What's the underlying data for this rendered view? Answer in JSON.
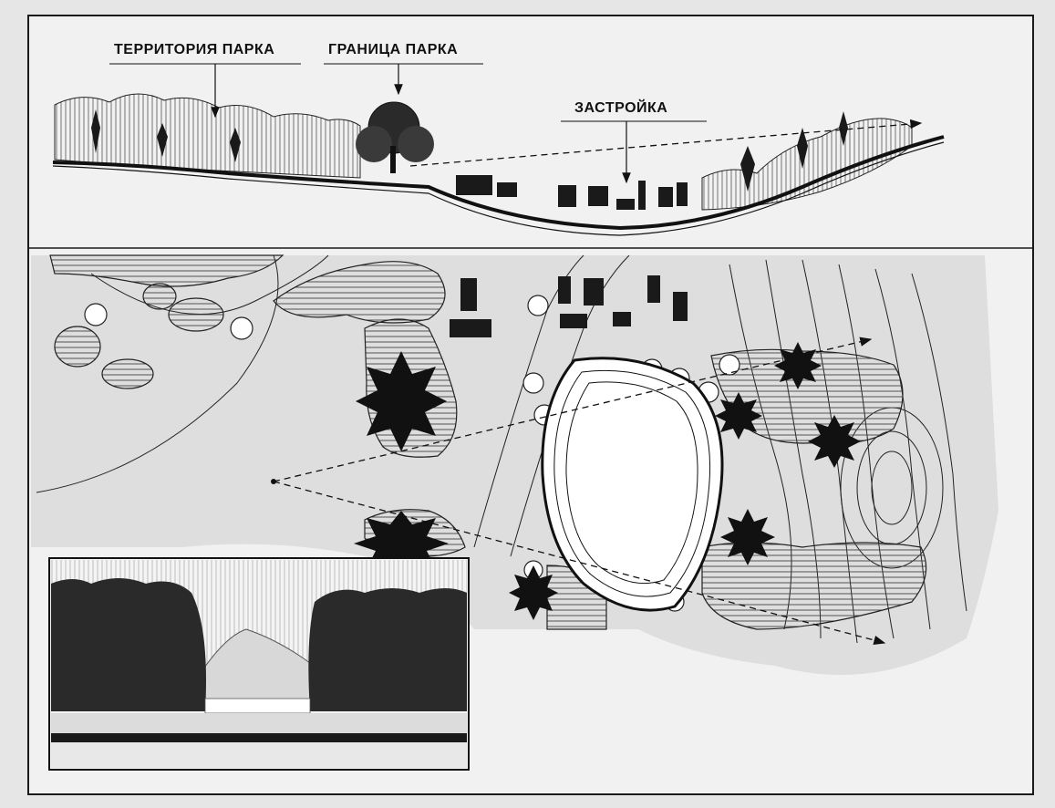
{
  "labels": {
    "park_territory": "ТЕРРИТОРИЯ ПАРКА",
    "park_border": "ГРАНИЦА ПАРКА",
    "buildings": "ЗАСТРОЙКА"
  },
  "colors": {
    "ink": "#1a1a1a",
    "paper": "#f1f1f1",
    "water": "#ffffff",
    "hatch": "#444444"
  }
}
